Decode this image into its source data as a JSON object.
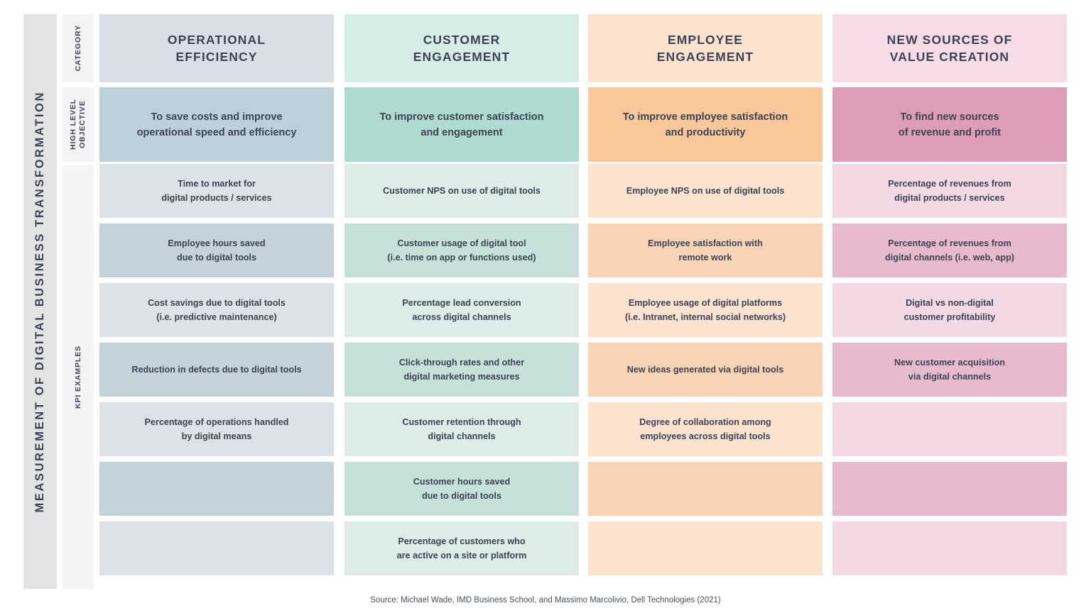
{
  "master_title": "MEASUREMENT OF DIGITAL BUSINESS TRANSFORMATION",
  "row_labels": {
    "category": "CATEGORY",
    "high_level_objective": "HIGH LEVEL\nOBJECTIVE",
    "kpi_examples": "KPI EXAMPLES"
  },
  "source": "Source: Michael Wade, IMD Business School, and Massimo Marcolivio, Dell Technologies (2021)",
  "colors": {
    "master_title_bg": "#e3e3e4",
    "row_label_bg": "#f4f4f5",
    "text": "#3c4354",
    "page_bg": "#ffffff"
  },
  "columns": [
    {
      "key": "operational-efficiency",
      "category": "OPERATIONAL\nEFFICIENCY",
      "objective": "To save costs and improve\noperational speed and efficiency",
      "category_bg": "#d7e0e6",
      "objective_bg": "#bdd0da",
      "kpi_bg_light": "#dbe3e8",
      "kpi_bg_dark": "#c4d2d9",
      "kpis": [
        "Time to market for\ndigital products / services",
        "Employee hours saved\ndue to digital tools",
        "Cost savings due to digital tools\n(i.e. predictive maintenance)",
        "Reduction in defects due to digital tools",
        "Percentage of operations handled\nby digital means",
        "",
        ""
      ]
    },
    {
      "key": "customer-engagement",
      "category": "CUSTOMER\nENGAGEMENT",
      "objective": "To improve customer satisfaction\nand engagement",
      "category_bg": "#d6ece6",
      "objective_bg": "#aedad1",
      "kpi_bg_light": "#dcece7",
      "kpi_bg_dark": "#c6e1d9",
      "kpis": [
        "Customer NPS on use of digital tools",
        "Customer usage of digital tool\n(i.e. time on app or functions used)",
        "Percentage lead conversion\nacross digital channels",
        "Click-through rates and other\ndigital marketing measures",
        "Customer retention through\ndigital channels",
        "Customer hours saved\ndue to digital tools",
        "Percentage of customers who\nare active on a site or platform"
      ]
    },
    {
      "key": "employee-engagement",
      "category": "EMPLOYEE\nENGAGEMENT",
      "objective": "To improve employee satisfaction\nand productivity",
      "category_bg": "#fce3cd",
      "objective_bg": "#f9c89a",
      "kpi_bg_light": "#fbe3d0",
      "kpi_bg_dark": "#f8d3b4",
      "kpis": [
        "Employee NPS on use of digital tools",
        "Employee satisfaction with\nremote work",
        "Employee usage of digital platforms\n(i.e. Intranet, internal social networks)",
        "New ideas generated via digital tools",
        "Degree of collaboration among\nemployees across digital tools",
        "",
        ""
      ]
    },
    {
      "key": "new-sources-of-value-creation",
      "category": "NEW SOURCES OF\nVALUE CREATION",
      "objective": "To find new sources\nof revenue and profit",
      "category_bg": "#f6dce6",
      "objective_bg": "#dd9db7",
      "kpi_bg_light": "#f2d9e3",
      "kpi_bg_dark": "#e8bacd",
      "kpis": [
        "Percentage of revenues from\ndigital products / services",
        "Percentage of revenues from\ndigital channels (i.e. web, app)",
        "Digital vs non-digital\ncustomer profitability",
        "New customer acquisition\nvia digital channels",
        "",
        "",
        ""
      ]
    }
  ]
}
